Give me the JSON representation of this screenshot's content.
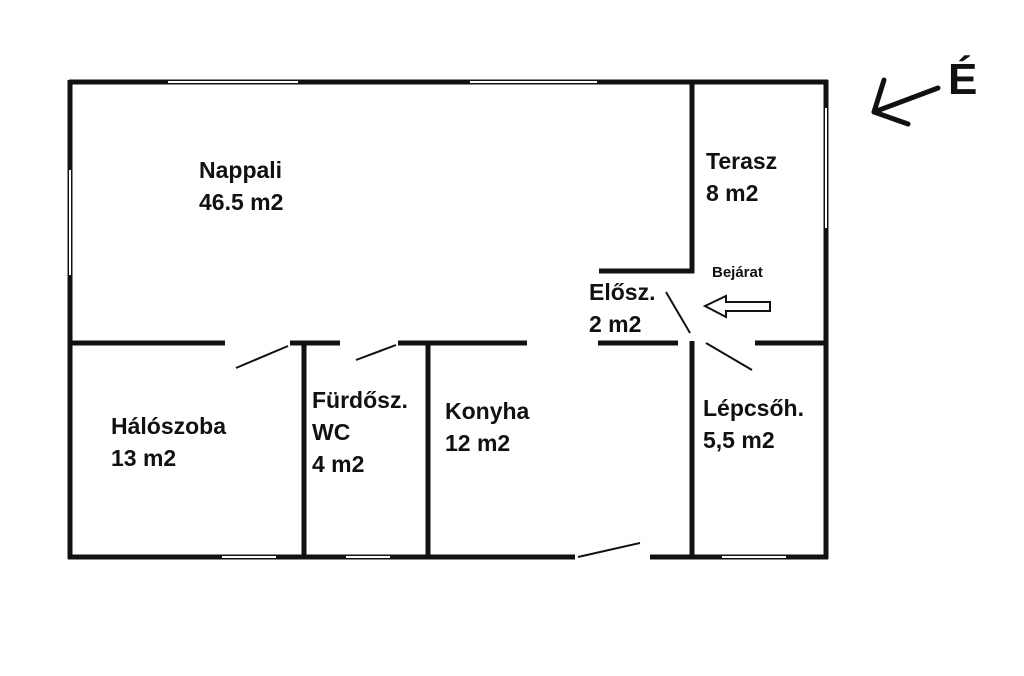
{
  "rooms": {
    "nappali": {
      "name": "Nappali",
      "area": "46.5 m2"
    },
    "terasz": {
      "name": "Terasz",
      "area": "8 m2"
    },
    "elosz": {
      "name": "Elősz.",
      "area": "2 m2"
    },
    "haloszoba": {
      "name": "Hálószoba",
      "area": "13 m2"
    },
    "furdo": {
      "name": "Fürdősz.",
      "name2": "WC",
      "area": "4 m2"
    },
    "konyha": {
      "name": "Konyha",
      "area": "12 m2"
    },
    "lepcsoh": {
      "name": "Lépcsőh.",
      "area": "5,5 m2"
    }
  },
  "entrance": {
    "label": "Bejárat"
  },
  "compass": {
    "label": "É"
  },
  "colors": {
    "wall": "#111111",
    "background": "#ffffff"
  }
}
